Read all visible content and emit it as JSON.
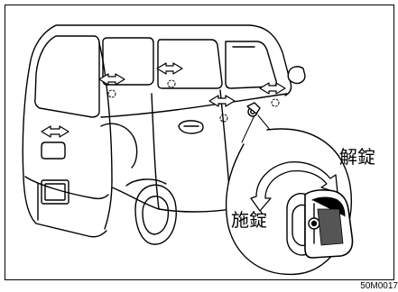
{
  "figure": {
    "unlock_label": "解錠",
    "lock_label": "施錠",
    "figure_code": "50M0017"
  },
  "colors": {
    "line": "#000000",
    "background": "#ffffff"
  },
  "icons": [
    "double-arrow-icon",
    "rotation-arrow-icon"
  ]
}
